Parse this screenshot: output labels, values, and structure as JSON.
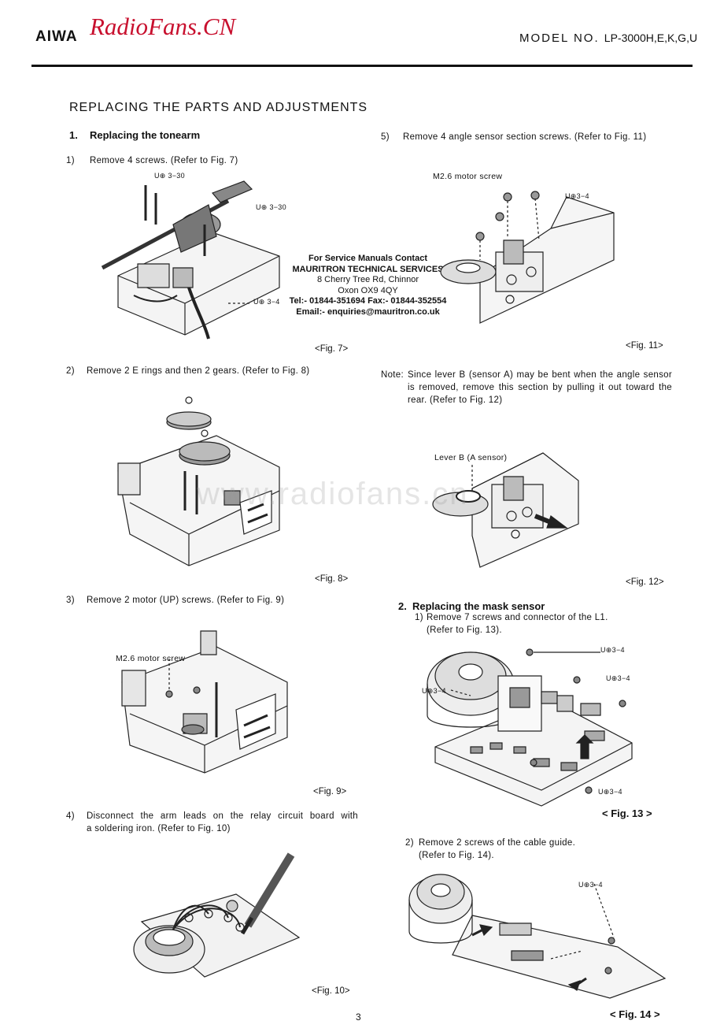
{
  "header": {
    "brand": "AIWA",
    "logo_text": "RadioFans.CN",
    "model_label": "MODEL NO.",
    "model_number": "LP-3000H,E,K,G,U"
  },
  "section_title": "REPLACING THE PARTS AND ADJUSTMENTS",
  "left_column": {
    "heading_num": "1.",
    "heading_text": "Replacing the tonearm",
    "steps": [
      {
        "num": "1)",
        "text": "Remove 4 screws. (Refer to Fig. 7)"
      },
      {
        "num": "2)",
        "text": "Remove 2 E rings and then 2 gears. (Refer to Fig. 8)"
      },
      {
        "num": "3)",
        "text": "Remove 2 motor (UP) screws. (Refer to Fig. 9)"
      },
      {
        "num": "4)",
        "text_line1": "Disconnect the arm leads on the relay circuit board with",
        "text_line2": "a soldering iron. (Refer to Fig. 10)"
      }
    ],
    "fig7": {
      "label": "<Fig. 7>",
      "screw_top": "U⊕ 3−30",
      "screw_right": "U⊕ 3−30",
      "screw_bottom": "U⊕ 3−4"
    },
    "fig8": {
      "label": "<Fig. 8>"
    },
    "fig9": {
      "label": "<Fig. 9>",
      "callout": "M2.6 motor screw"
    },
    "fig10": {
      "label": "<Fig. 10>"
    }
  },
  "contact": {
    "line1": "For Service Manuals Contact",
    "line2": "MAURITRON TECHNICAL SERVICES",
    "line3": "8 Cherry Tree Rd, Chinnor",
    "line4": "Oxon OX9 4QY",
    "line5": "Tel:- 01844-351694 Fax:- 01844-352554",
    "line6": "Email:- enquiries@mauritron.co.uk"
  },
  "right_column": {
    "step5_num": "5)",
    "step5_text": "Remove 4 angle sensor section screws. (Refer to Fig. 11)",
    "fig11": {
      "label": "<Fig. 11>",
      "callout": "M2.6 motor screw",
      "screw": "U⊕3−4"
    },
    "note_label": "Note:",
    "note_line1": "Since lever B (sensor A) may be bent when the angle sensor",
    "note_line2": "is removed, remove this section by pulling it out toward the",
    "note_line3": "rear. (Refer to Fig. 12)",
    "fig12": {
      "label": "<Fig. 12>",
      "callout": "Lever B (A sensor)"
    },
    "heading2_num": "2.",
    "heading2_text": "Replacing the mask sensor",
    "sub1_num": "1)",
    "sub1_line1": "Remove 7 screws and connector of the L1.",
    "sub1_line2": "(Refer to Fig. 13).",
    "fig13": {
      "label": "< Fig. 13 >",
      "screw_a": "U⊕3−4",
      "screw_b": "U⊕3−4",
      "screw_c": "U⊕3−4",
      "screw_d": "U⊕3−4"
    },
    "sub2_num": "2)",
    "sub2_line1": "Remove 2 screws of the cable guide.",
    "sub2_line2": "(Refer to Fig. 14).",
    "fig14": {
      "label": "< Fig. 14 >",
      "screw": "U⊕3−4"
    }
  },
  "watermark": "www.radiofans.cn",
  "page_number": "3"
}
